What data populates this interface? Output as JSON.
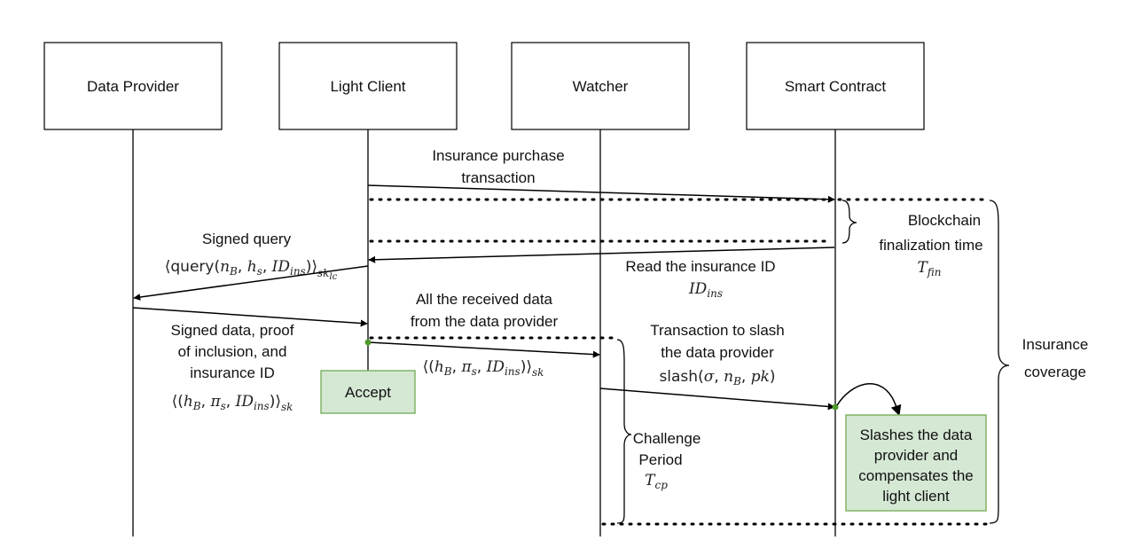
{
  "actors": {
    "data_provider": "Data Provider",
    "light_client": "Light Client",
    "watcher": "Watcher",
    "smart_contract": "Smart Contract"
  },
  "messages": {
    "insurance_purchase": [
      "Insurance purchase",
      "transaction"
    ],
    "signed_query": "Signed query",
    "signed_query_formula": "⟨query(n_B, h_s, ID_ins)⟩_sk_lc",
    "read_insurance_id": "Read the insurance ID",
    "read_insurance_id_formula": "ID_ins",
    "signed_data": [
      "Signed data, proof",
      "of inclusion, and",
      "insurance ID"
    ],
    "signed_data_formula": "⟨(h_B, π_s, ID_ins)⟩_sk",
    "all_received": [
      "All the received data",
      "from the data provider"
    ],
    "all_received_formula": "⟨(h_B, π_s, ID_ins)⟩_sk",
    "slash_tx": [
      "Transaction to slash",
      "the data provider"
    ],
    "slash_formula": "slash(σ, n_B, pk)"
  },
  "annotations": {
    "blockchain_finalization": [
      "Blockchain",
      "finalization time"
    ],
    "t_fin": "T_fin",
    "challenge_period": [
      "Challenge",
      "Period"
    ],
    "t_cp": "T_cp",
    "insurance_coverage": [
      "Insurance",
      "coverage"
    ]
  },
  "boxes": {
    "accept": "Accept",
    "slashes": [
      "Slashes the data",
      "provider and",
      "compensates the",
      "light client"
    ]
  },
  "colors": {
    "green_fill": "#d5e8d4",
    "green_stroke": "#82b366",
    "point": "#4d9a2a"
  }
}
